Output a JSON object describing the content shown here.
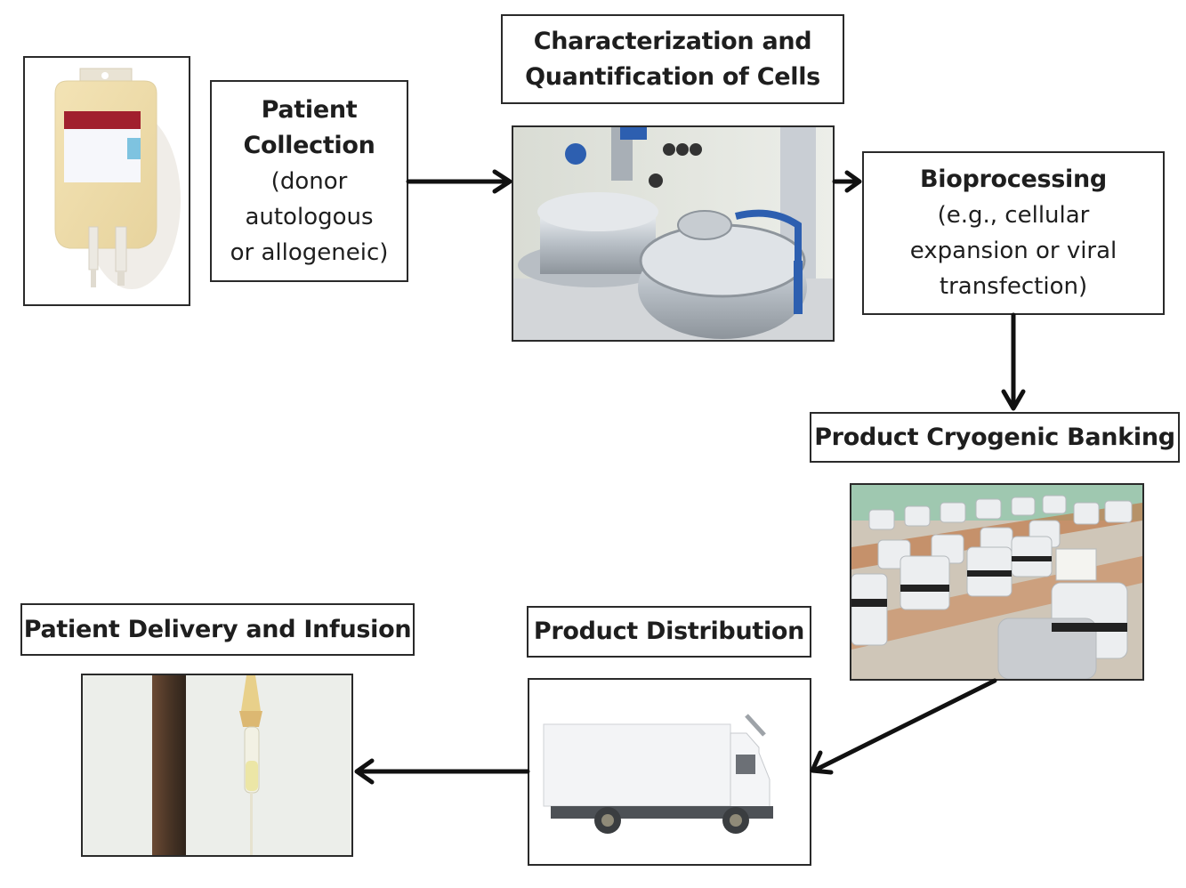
{
  "diagram": {
    "title": "Cell therapy manufacturing workflow",
    "steps": {
      "collection": {
        "title_line1": "Patient",
        "title_line2": "Collection",
        "detail_line1": "(donor",
        "detail_line2": "autologous",
        "detail_line3": "or allogeneic)"
      },
      "characterization": {
        "line1": "Characterization and",
        "line2": "Quantification of Cells"
      },
      "bioprocessing": {
        "title": "Bioprocessing",
        "detail_line1": "(e.g., cellular",
        "detail_line2": "expansion or viral",
        "detail_line3": "transfection)"
      },
      "banking": {
        "label": "Product Cryogenic Banking"
      },
      "distribution": {
        "label": "Product Distribution"
      },
      "delivery": {
        "label": "Patient Delivery and Infusion"
      }
    },
    "images": {
      "blood_bag": "blood-bag-photo",
      "bioreactor": "stainless-bioreactor-photo",
      "cryo_tanks": "cryogenic-storage-tanks-photo",
      "truck": "delivery-truck-photo",
      "iv_drip": "iv-drip-chamber-photo"
    },
    "flow": [
      "Patient Collection",
      "Characterization and Quantification of Cells",
      "Bioprocessing",
      "Product Cryogenic Banking",
      "Product Distribution",
      "Patient Delivery and Infusion"
    ],
    "colors": {
      "border": "#2a2a2a",
      "arrow": "#111111",
      "text": "#1e1e1e"
    }
  }
}
